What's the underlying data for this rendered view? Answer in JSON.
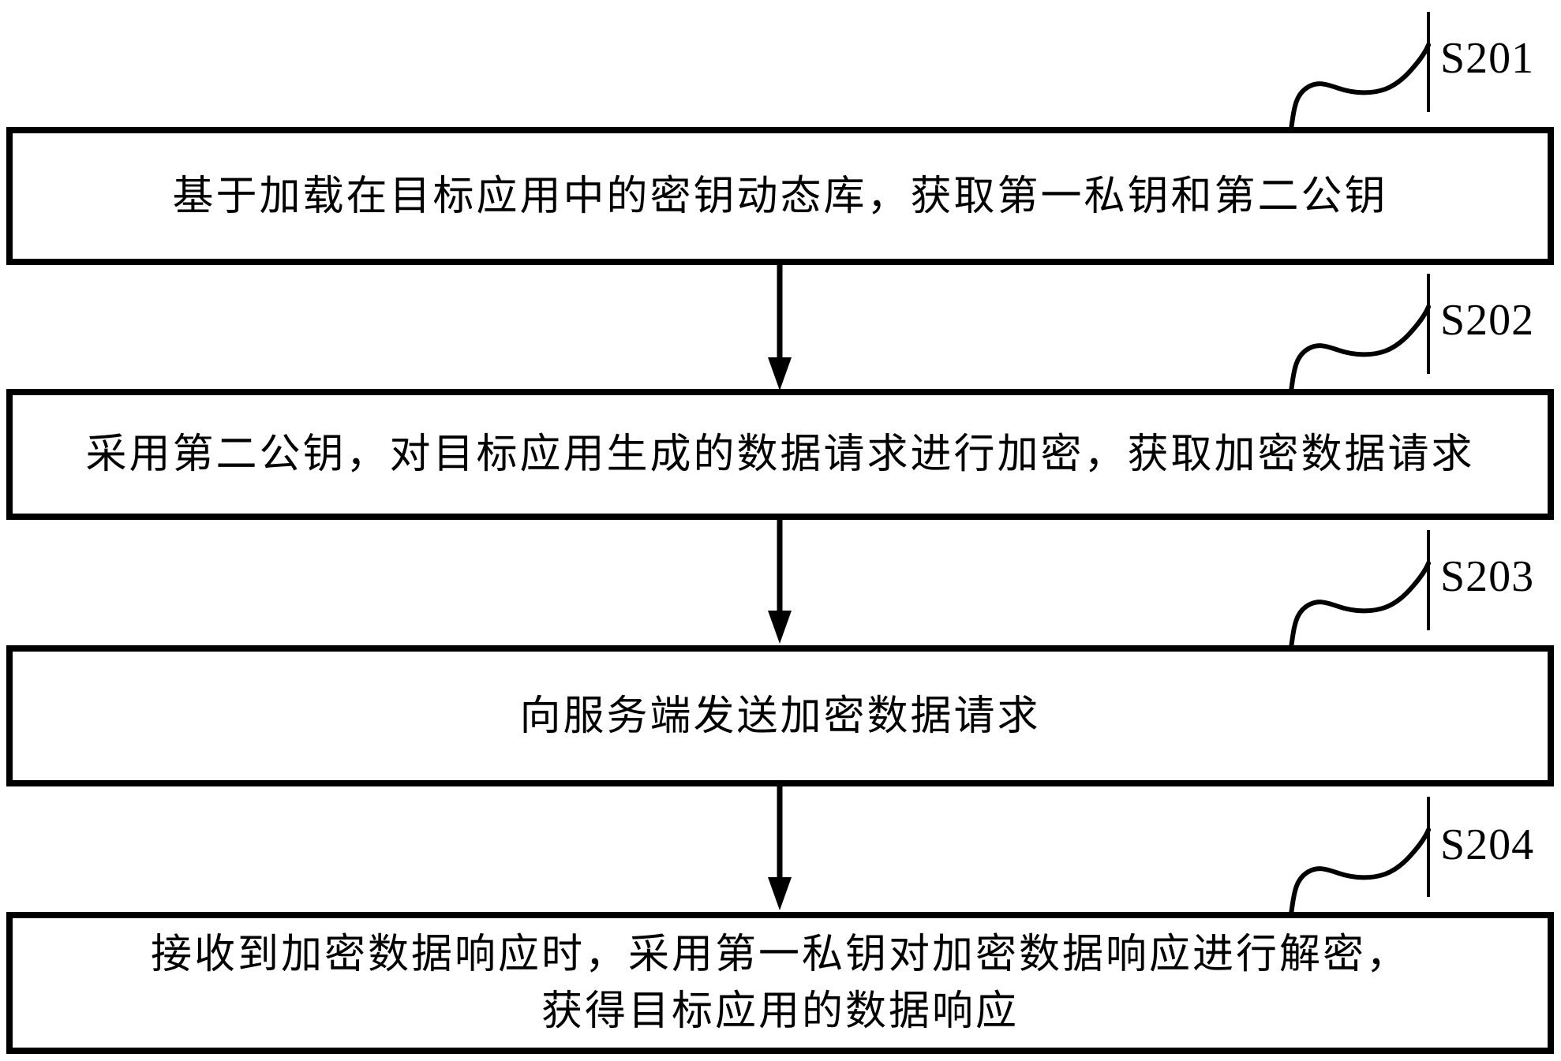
{
  "figure": {
    "type": "flowchart",
    "colors": {
      "ink": "#000000",
      "background": "#ffffff"
    },
    "steps": [
      {
        "id": "S201",
        "text": "基于加载在目标应用中的密钥动态库，获取第一私钥和第二公钥"
      },
      {
        "id": "S202",
        "text": "采用第二公钥，对目标应用生成的数据请求进行加密，获取加密数据请求"
      },
      {
        "id": "S203",
        "text": "向服务端发送加密数据请求"
      },
      {
        "id": "S204",
        "text": "接收到加密数据响应时，采用第一私钥对加密数据响应进行解密，\n获得目标应用的数据响应"
      }
    ]
  }
}
